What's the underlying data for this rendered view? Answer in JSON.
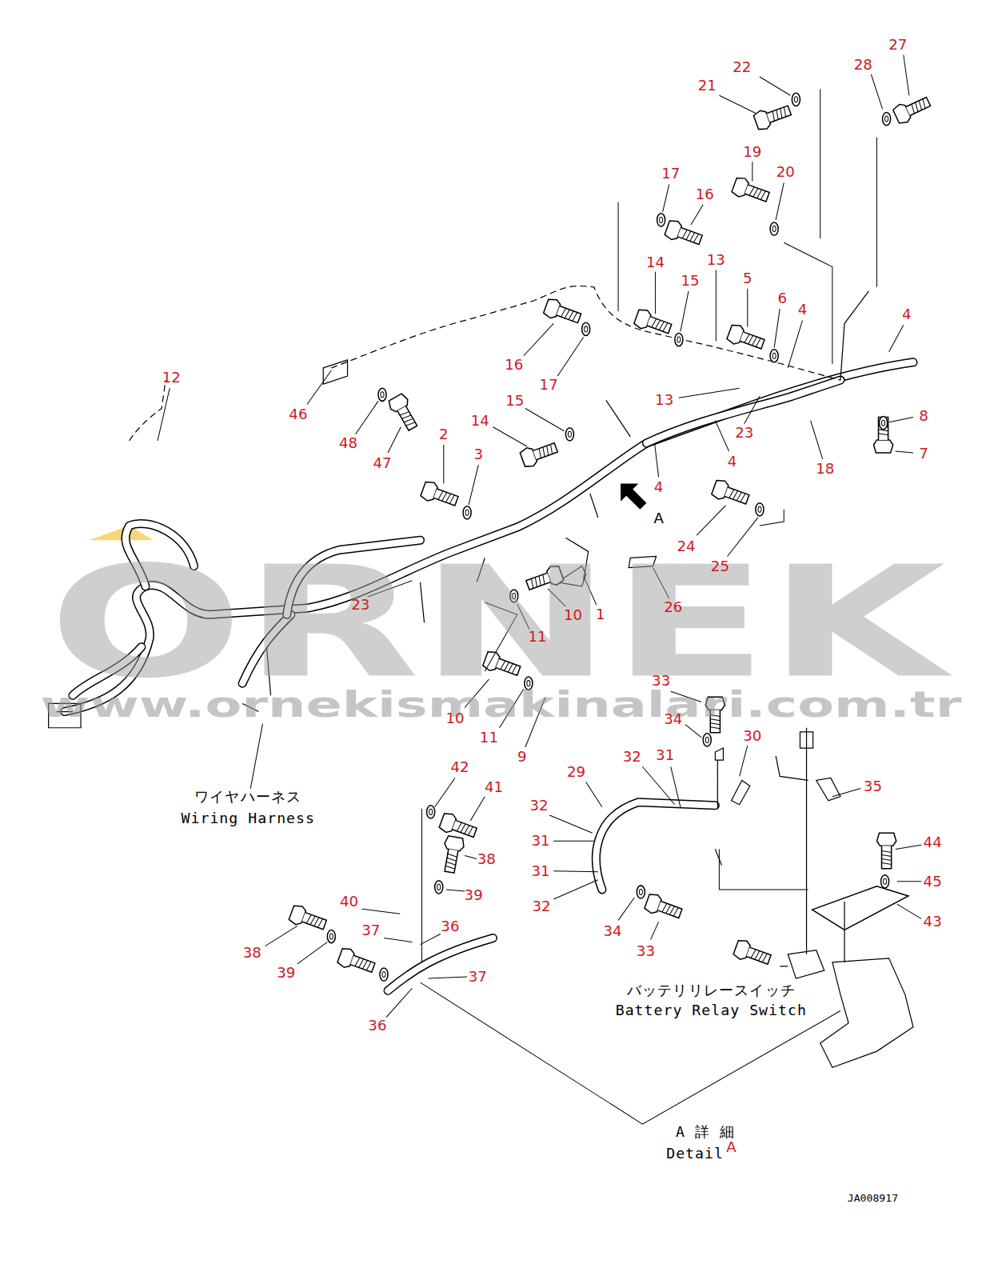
{
  "diagram": {
    "labels": [
      "27",
      "22",
      "28",
      "21",
      "19",
      "20",
      "17",
      "16",
      "14",
      "13",
      "5",
      "15",
      "6",
      "4",
      "4",
      "16",
      "17",
      "13",
      "23",
      "46",
      "48",
      "47",
      "15",
      "14",
      "2",
      "3",
      "4",
      "18",
      "8",
      "7",
      "4",
      "A",
      "24",
      "25",
      "26",
      "1",
      "10",
      "11",
      "23",
      "12",
      "33",
      "34",
      "30",
      "32",
      "31",
      "29",
      "35",
      "10",
      "11",
      "9",
      "42",
      "41",
      "32",
      "31",
      "38",
      "44",
      "45",
      "31",
      "39",
      "43",
      "40",
      "32",
      "34",
      "33",
      "37",
      "36",
      "38",
      "39",
      "37",
      "36",
      "ワイヤハーネス",
      "Wiring Harness",
      "バッテリリレースイッチ",
      "Battery Relay Switch",
      "A 詳 細",
      "Detail",
      "A",
      "JA008917",
      "ORNEK",
      "www.ornekismakinalari.com.tr"
    ]
  }
}
